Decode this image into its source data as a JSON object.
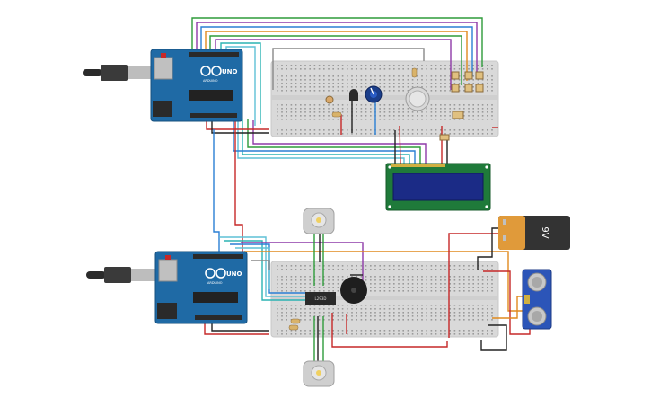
{
  "arduino_top": {
    "brand": "UNO",
    "logo_text": "ARDUINO"
  },
  "arduino_bottom": {
    "brand": "UNO",
    "logo_text": "ARDUINO"
  },
  "battery": {
    "label": "9V"
  },
  "driver_chip": {
    "label": "L293D"
  },
  "colors": {
    "arduino_blue": "#1f6aa5",
    "breadboard": "#d9d9d9",
    "breadboard_hole": "#9a9a9a",
    "lcd_board": "#1f7a3a",
    "lcd_screen": "#1b2b86",
    "battery_body": "#333333",
    "battery_cap": "#e09a3a",
    "sensor_blue": "#2c55b8",
    "wire_red": "#c62828",
    "wire_black": "#222222",
    "wire_green": "#2e9b3a",
    "wire_blue": "#2a7fd4",
    "wire_orange": "#e08a1e",
    "wire_purple": "#8e3aa8",
    "wire_teal": "#2bb3b3",
    "wire_cyan": "#5fc0d6",
    "wire_gray": "#888888"
  },
  "icons": [
    "usb-cable-icon",
    "potentiometer-icon",
    "servo-icon",
    "dc-motor-icon",
    "buzzer-icon",
    "ultrasonic-sensor-icon",
    "battery-icon",
    "lcd-icon",
    "ic-chip-icon"
  ]
}
